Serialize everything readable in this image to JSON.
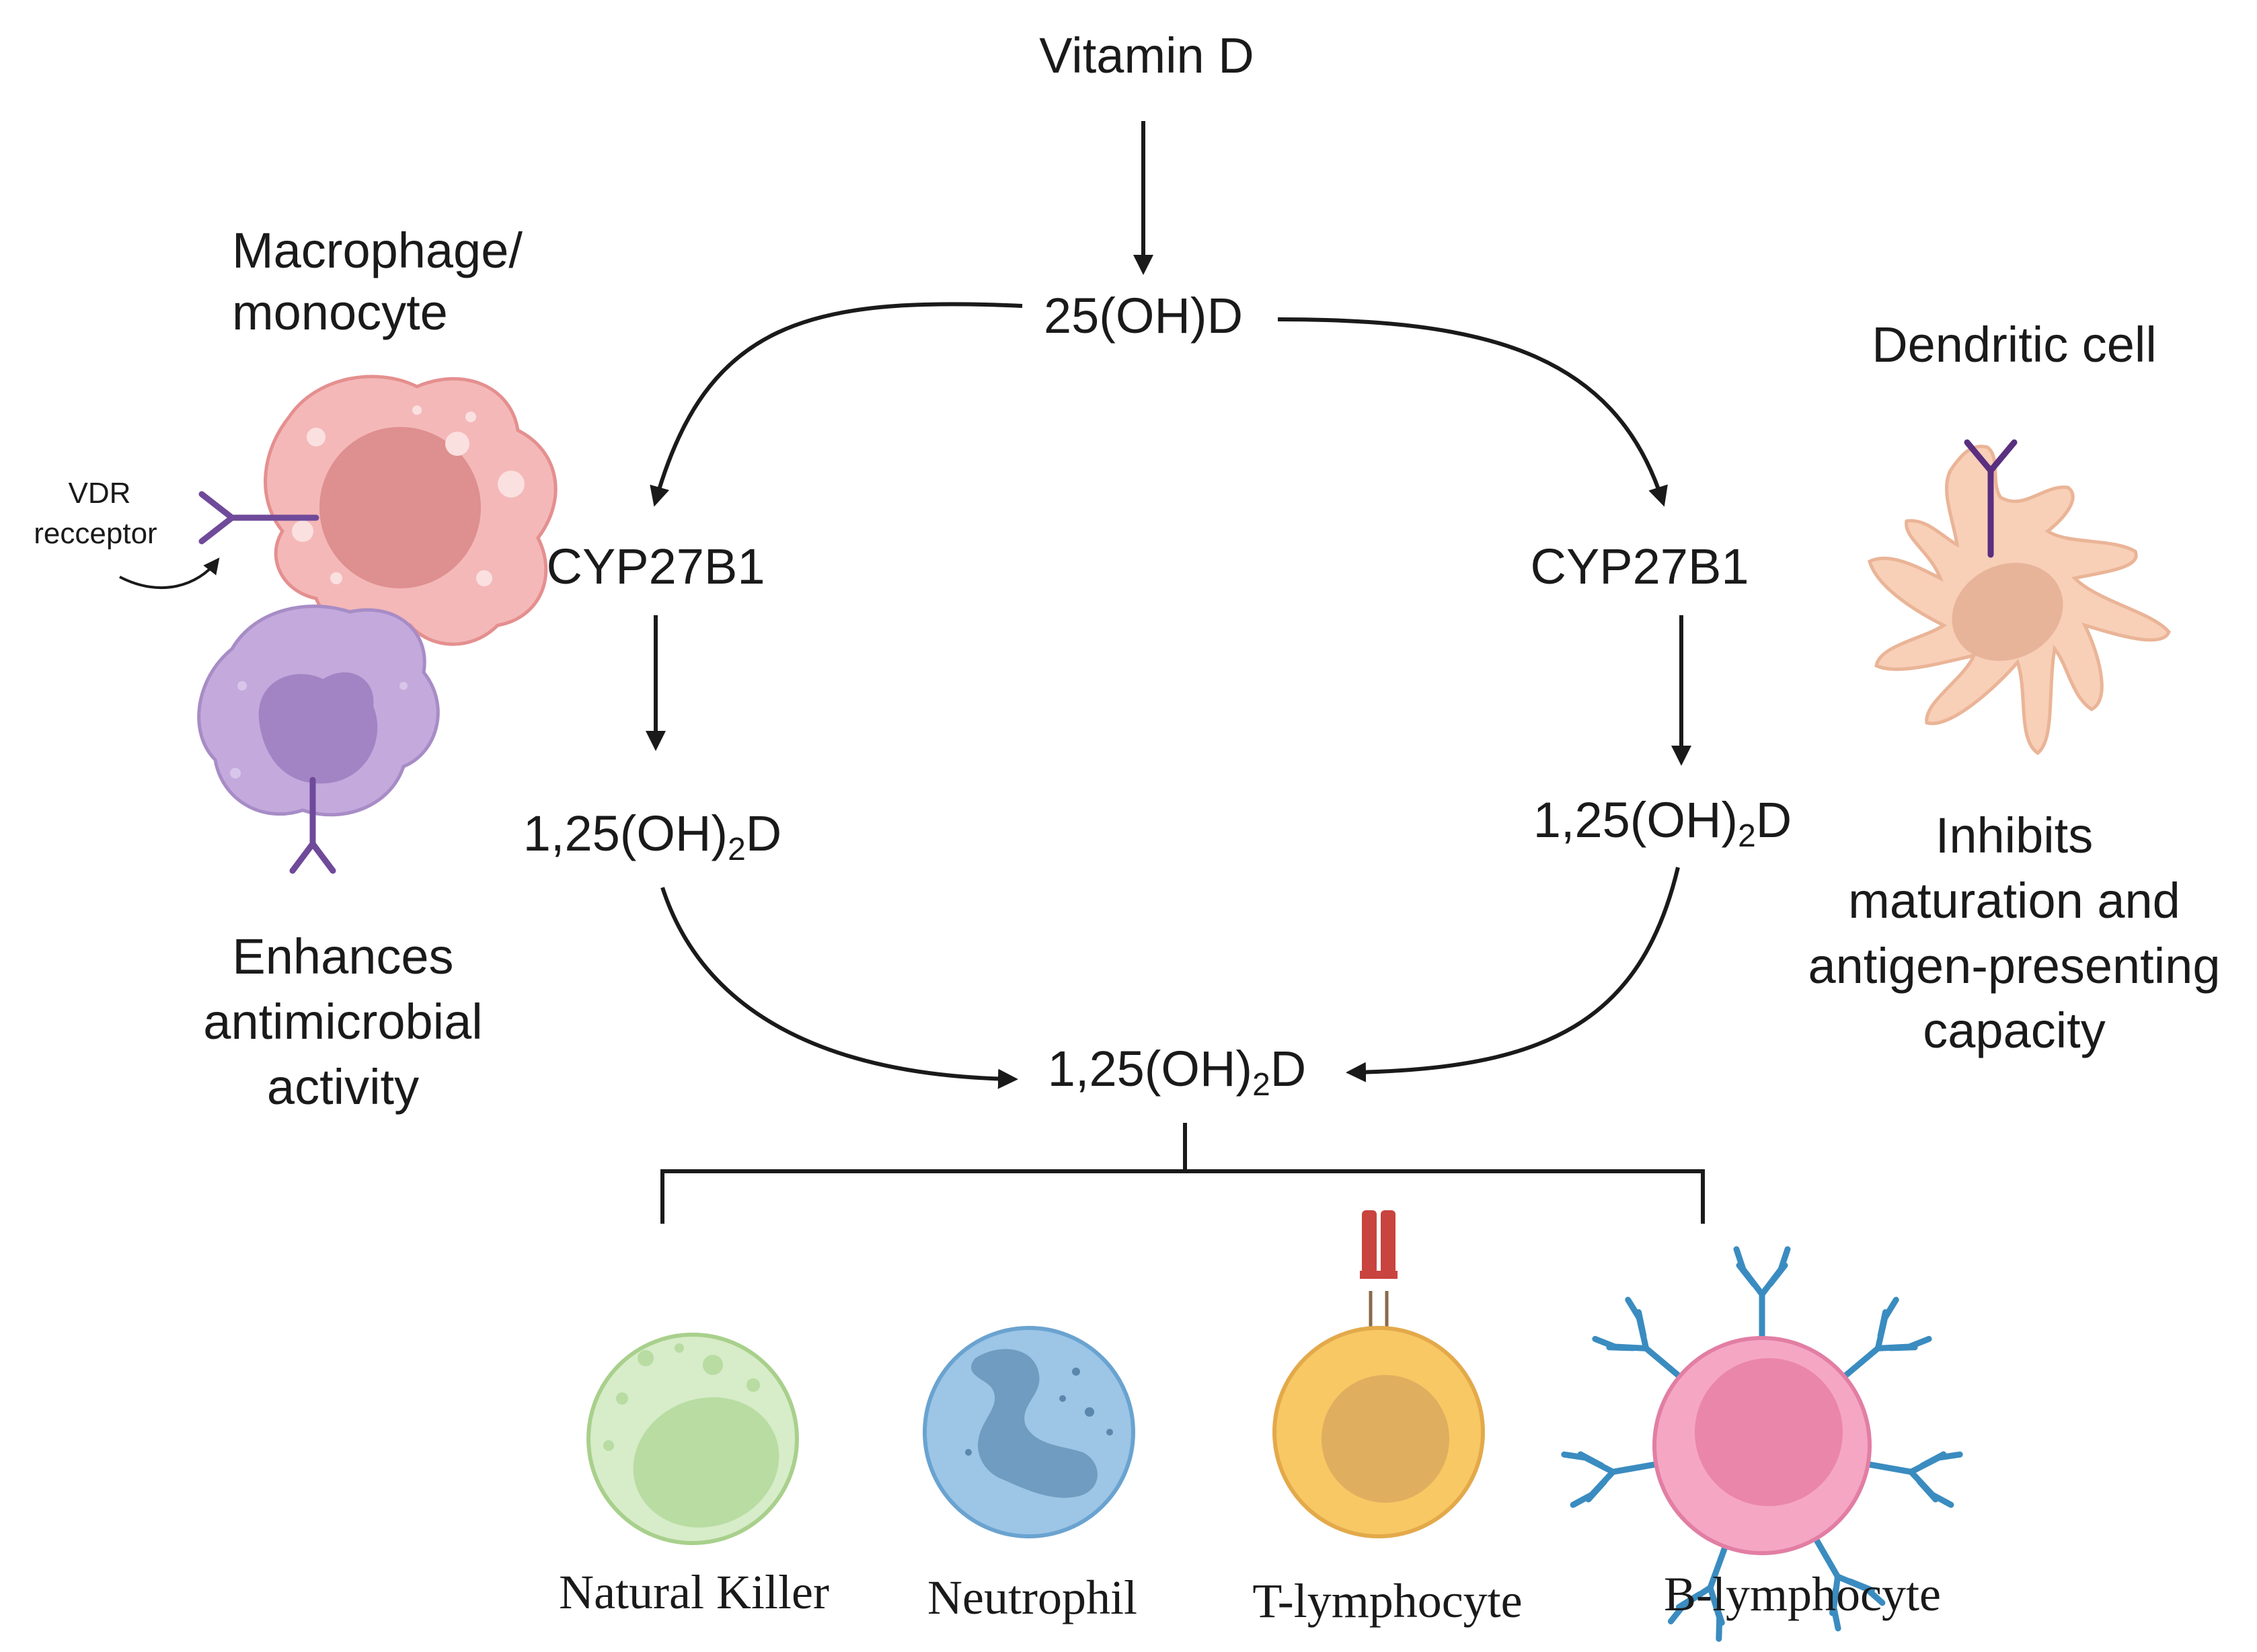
{
  "pathway": {
    "top": "Vitamin D",
    "intermediate": "25(OH)D",
    "enzyme_left": "CYP27B1",
    "enzyme_right": "CYP27B1",
    "product_prefix": "1,25(OH)",
    "product_sub": "2",
    "product_suffix": "D"
  },
  "left_panel": {
    "title_line1": "Macrophage/",
    "title_line2": "monocyte",
    "receptor_line1": "VDR",
    "receptor_line2": "recceptor",
    "effect_line1": "Enhances",
    "effect_line2": "antimicrobial",
    "effect_line3": "activity"
  },
  "right_panel": {
    "title": "Dendritic cell",
    "effect_line1": "Inhibits",
    "effect_line2": "maturation and",
    "effect_line3": "antigen-presenting",
    "effect_line4": "capacity"
  },
  "bottom_cells": {
    "nk": "Natural Killer",
    "neutrophil": "Neutrophil",
    "t_cell": "T-lymphocyte",
    "b_cell": "B-lymphocyte"
  },
  "colors": {
    "arrow": "#1a1a1a",
    "receptor": "#6f4a9a",
    "macrophage": "#f4b8b8",
    "monocyte": "#c3a9dc",
    "dendritic": "#f8cfb7",
    "nk": "#d7ecc8",
    "neutrophil": "#9cc5e6",
    "t_cell": "#f7c864",
    "t_receptor": "#c9433f",
    "b_cell": "#f5a6c3",
    "antibody": "#3a8cc0"
  }
}
